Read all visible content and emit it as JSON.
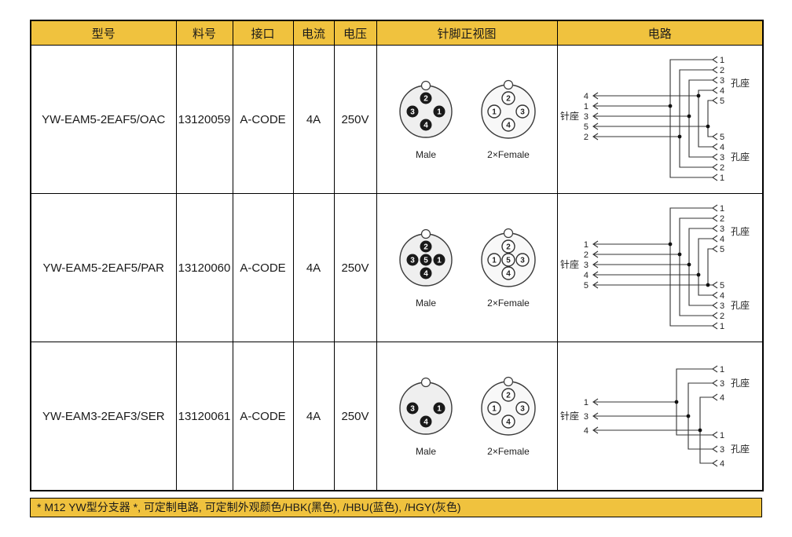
{
  "theme": {
    "header_bg": "#F0C23E",
    "border": "#000000",
    "ink": "#1a1a1a"
  },
  "header": {
    "columns": [
      "型号",
      "料号",
      "接口",
      "电流",
      "电压",
      "针脚正视图",
      "电路"
    ]
  },
  "labels": {
    "male": "Male",
    "female": "2×Female",
    "pin_side": "针座",
    "hole_side": "孔座"
  },
  "rows": [
    {
      "model": "YW-EAM5-2EAF5/OAC",
      "part_no": "13120059",
      "interface": "A-CODE",
      "current": "4A",
      "voltage": "250V",
      "male_pins": {
        "top": "2",
        "left": "3",
        "right": "1",
        "bottom": "4"
      },
      "female_pins": {
        "top": "2",
        "left": "1",
        "right": "3",
        "bottom": "4"
      },
      "circuit": {
        "left": [
          "4",
          "1",
          "3",
          "5",
          "2"
        ],
        "right_top": [
          "1",
          "2",
          "3",
          "4",
          "5"
        ],
        "right_bottom": [
          "5",
          "4",
          "3",
          "2",
          "1"
        ]
      }
    },
    {
      "model": "YW-EAM5-2EAF5/PAR",
      "part_no": "13120060",
      "interface": "A-CODE",
      "current": "4A",
      "voltage": "250V",
      "male_pins": {
        "top": "2",
        "left": "3",
        "center": "5",
        "right": "1",
        "bottom": "4"
      },
      "female_pins": {
        "top": "2",
        "left": "1",
        "center": "5",
        "right": "3",
        "bottom": "4"
      },
      "circuit": {
        "left": [
          "1",
          "2",
          "3",
          "4",
          "5"
        ],
        "right_top": [
          "1",
          "2",
          "3",
          "4",
          "5"
        ],
        "right_bottom": [
          "5",
          "4",
          "3",
          "2",
          "1"
        ]
      }
    },
    {
      "model": "YW-EAM3-2EAF3/SER",
      "part_no": "13120061",
      "interface": "A-CODE",
      "current": "4A",
      "voltage": "250V",
      "male_pins": {
        "left": "3",
        "right": "1",
        "bottom": "4"
      },
      "female_pins": {
        "top": "2",
        "left": "1",
        "right": "3",
        "bottom": "4"
      },
      "circuit": {
        "left": [
          "1",
          "3",
          "4"
        ],
        "right_top": [
          "1",
          "3",
          "4"
        ],
        "right_bottom": [
          "1",
          "3",
          "4"
        ]
      }
    }
  ],
  "footer": {
    "note": "* M12 YW型分支器 *, 可定制电路, 可定制外观颜色/HBK(黑色), /HBU(蓝色), /HGY(灰色)"
  }
}
